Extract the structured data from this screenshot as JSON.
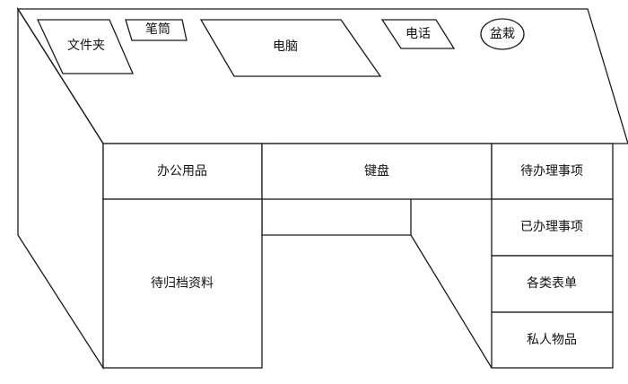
{
  "desk_top": {
    "folder": "文件夹",
    "pen_holder": "笔筒",
    "computer": "电脑",
    "telephone": "电话",
    "potted_plant": "盆栽"
  },
  "drawer_row": {
    "office_supplies": "办公用品",
    "keyboard": "键盘",
    "pending_matters": "待办理事项"
  },
  "left_cabinet": {
    "to_file_documents": "待归档资料"
  },
  "right_cabinet": {
    "handled_matters": "已办理事项",
    "forms": "各类表单",
    "personal_items": "私人物品"
  }
}
